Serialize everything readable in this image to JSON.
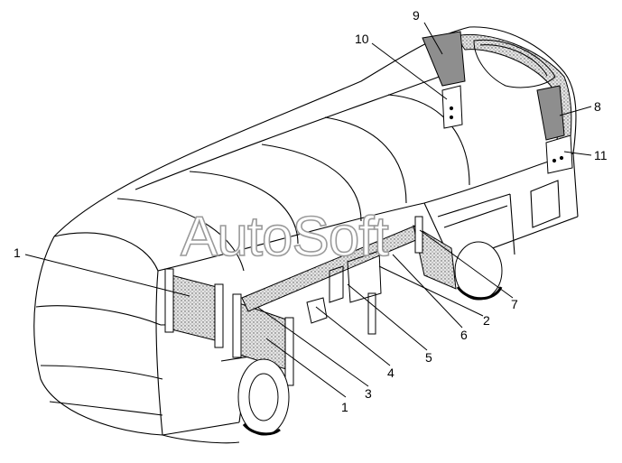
{
  "watermark": {
    "text": "AutoSoft"
  },
  "colors": {
    "line": "#000000",
    "stipple": "#bdbdbd",
    "dark_panel": "#8e8e8e",
    "watermark_stroke": "#9a9a9a",
    "background": "#ffffff"
  },
  "callouts": [
    {
      "id": "c1a",
      "label": "1"
    },
    {
      "id": "c1b",
      "label": "1"
    },
    {
      "id": "c2",
      "label": "2"
    },
    {
      "id": "c3",
      "label": "3"
    },
    {
      "id": "c4",
      "label": "4"
    },
    {
      "id": "c5",
      "label": "5"
    },
    {
      "id": "c6",
      "label": "6"
    },
    {
      "id": "c7",
      "label": "7"
    },
    {
      "id": "c8",
      "label": "8"
    },
    {
      "id": "c9",
      "label": "9"
    },
    {
      "id": "c10",
      "label": "10"
    },
    {
      "id": "c11",
      "label": "11"
    }
  ]
}
